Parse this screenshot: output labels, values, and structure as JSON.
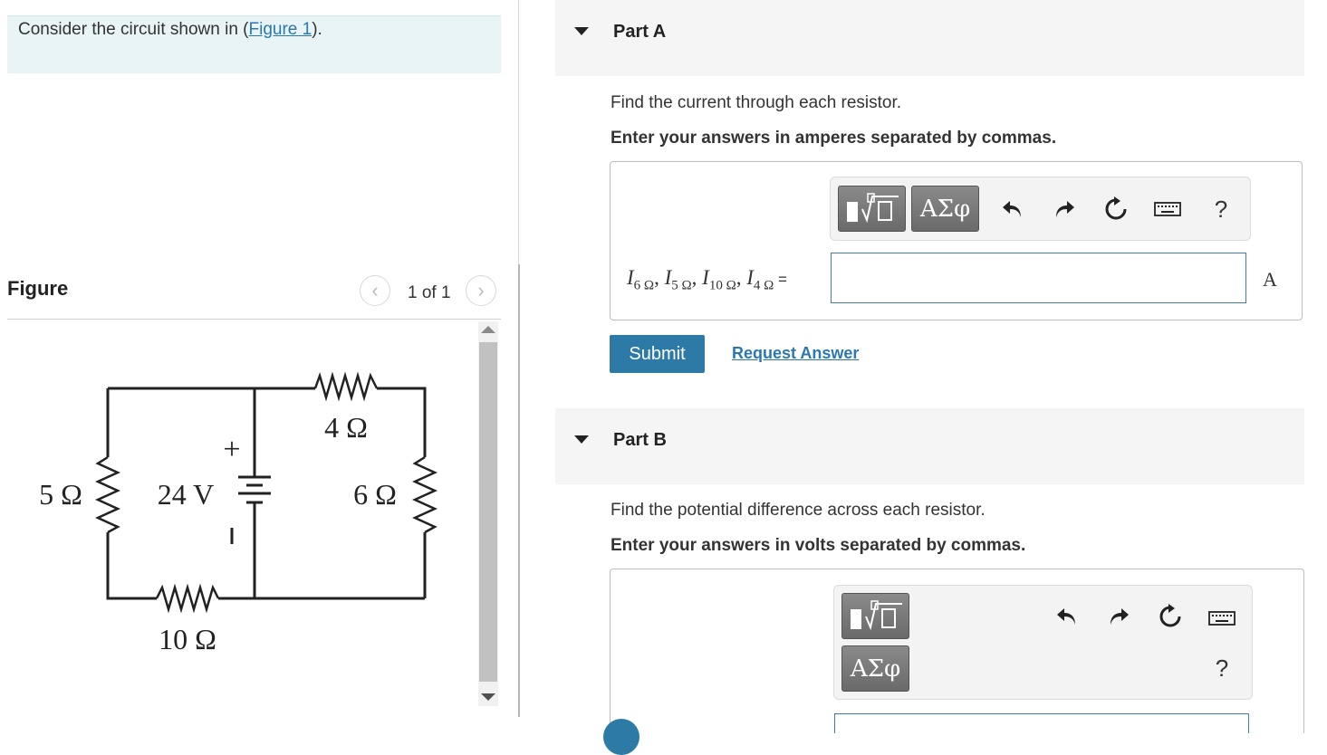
{
  "intro": {
    "text_before": "Consider the circuit shown in (",
    "link": "Figure 1",
    "text_after": ")."
  },
  "figure": {
    "title": "Figure",
    "counter": "1 of 1",
    "prev_icon": "chevron-left-icon",
    "next_icon": "chevron-right-icon",
    "labels": {
      "r4": "4 Ω",
      "r5": "5 Ω",
      "r6": "6 Ω",
      "r10": "10 Ω",
      "v": "24 V",
      "plus": "+"
    }
  },
  "partA": {
    "title": "Part A",
    "question": "Find the current through each resistor.",
    "instruction": "Enter your answers in amperes separated by commas.",
    "label_parts": [
      "I",
      "6 Ω",
      ", ",
      "I",
      "5 Ω",
      ", ",
      "I",
      "10 Ω",
      ", ",
      "I",
      "4 Ω",
      " ="
    ],
    "input_value": "",
    "unit": "A",
    "greek_btn": "ΑΣφ",
    "help": "?",
    "submit": "Submit",
    "request": "Request Answer"
  },
  "partB": {
    "title": "Part B",
    "question": "Find the potential difference across each resistor.",
    "instruction": "Enter your answers in volts separated by commas.",
    "greek_btn": "ΑΣφ",
    "help": "?"
  },
  "icons": {
    "undo": "undo-icon",
    "redo": "redo-icon",
    "reset": "reset-icon",
    "keyboard": "keyboard-icon",
    "templates": "templates-icon"
  }
}
